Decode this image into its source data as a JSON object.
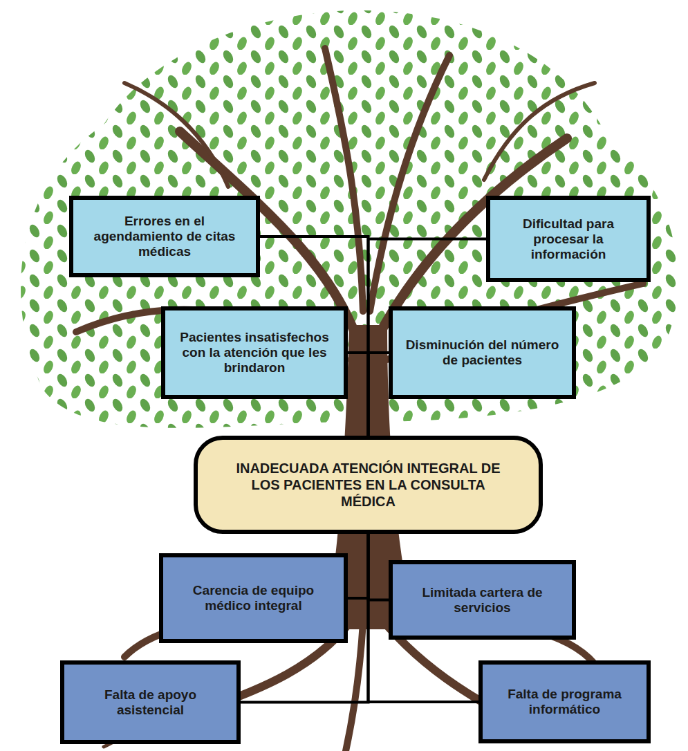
{
  "diagram": {
    "nodes": [
      {
        "text": [
          "Errores en el agendamiento de citas médicas"
        ]
      },
      {
        "text": [
          "Dificultad para procesar la información"
        ]
      },
      {
        "text": [
          "Pacientes insatisfechos con la atención que les brindaron"
        ]
      },
      {
        "text": [
          "Disminución del número de pacientes"
        ]
      },
      {
        "text": [
          "INADECUADA ATENCIÓN INTEGRAL DE LOS PACIENTES EN LA CONSULTA MÉDICA"
        ]
      },
      {
        "text": [
          "Carencia de equipo médico integral"
        ]
      },
      {
        "text": [
          "Limitada cartera de servicios"
        ]
      },
      {
        "text": [
          "Falta de apoyo asistencial"
        ]
      },
      {
        "text": [
          "Falta de programa informático"
        ]
      }
    ],
    "edges": [
      {
        "from": 4,
        "to": 0,
        "arrow": "none"
      },
      {
        "from": 4,
        "to": 1,
        "arrow": "none"
      },
      {
        "from": 4,
        "to": 2,
        "arrow": "none"
      },
      {
        "from": 4,
        "to": 3,
        "arrow": "none"
      },
      {
        "from": 4,
        "to": 5,
        "arrow": "none"
      },
      {
        "from": 4,
        "to": 6,
        "arrow": "none"
      },
      {
        "from": 4,
        "to": 7,
        "arrow": "none"
      },
      {
        "from": 4,
        "to": 8,
        "arrow": "none"
      }
    ]
  }
}
